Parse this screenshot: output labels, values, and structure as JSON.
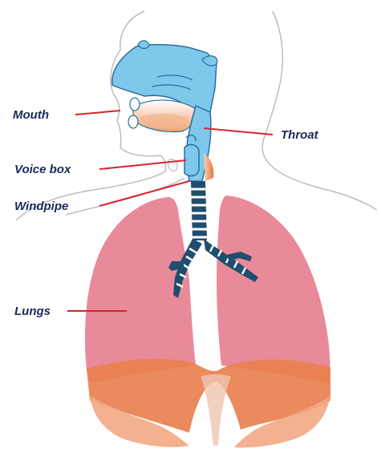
{
  "labels": {
    "mouth": "Mouth",
    "throat": "Throat",
    "voice_box": "Voice box",
    "windpipe": "Windpipe",
    "lungs": "Lungs"
  },
  "colors": {
    "airway_blue": "#7ec8ec",
    "airway_outline": "#2a6f9a",
    "lung_pink": "#e98a9a",
    "diaphragm_orange": "#e8804f",
    "label_navy": "#1b2a5c",
    "leader_red": "#d8242c",
    "body_outline": "#b9bcc2"
  }
}
